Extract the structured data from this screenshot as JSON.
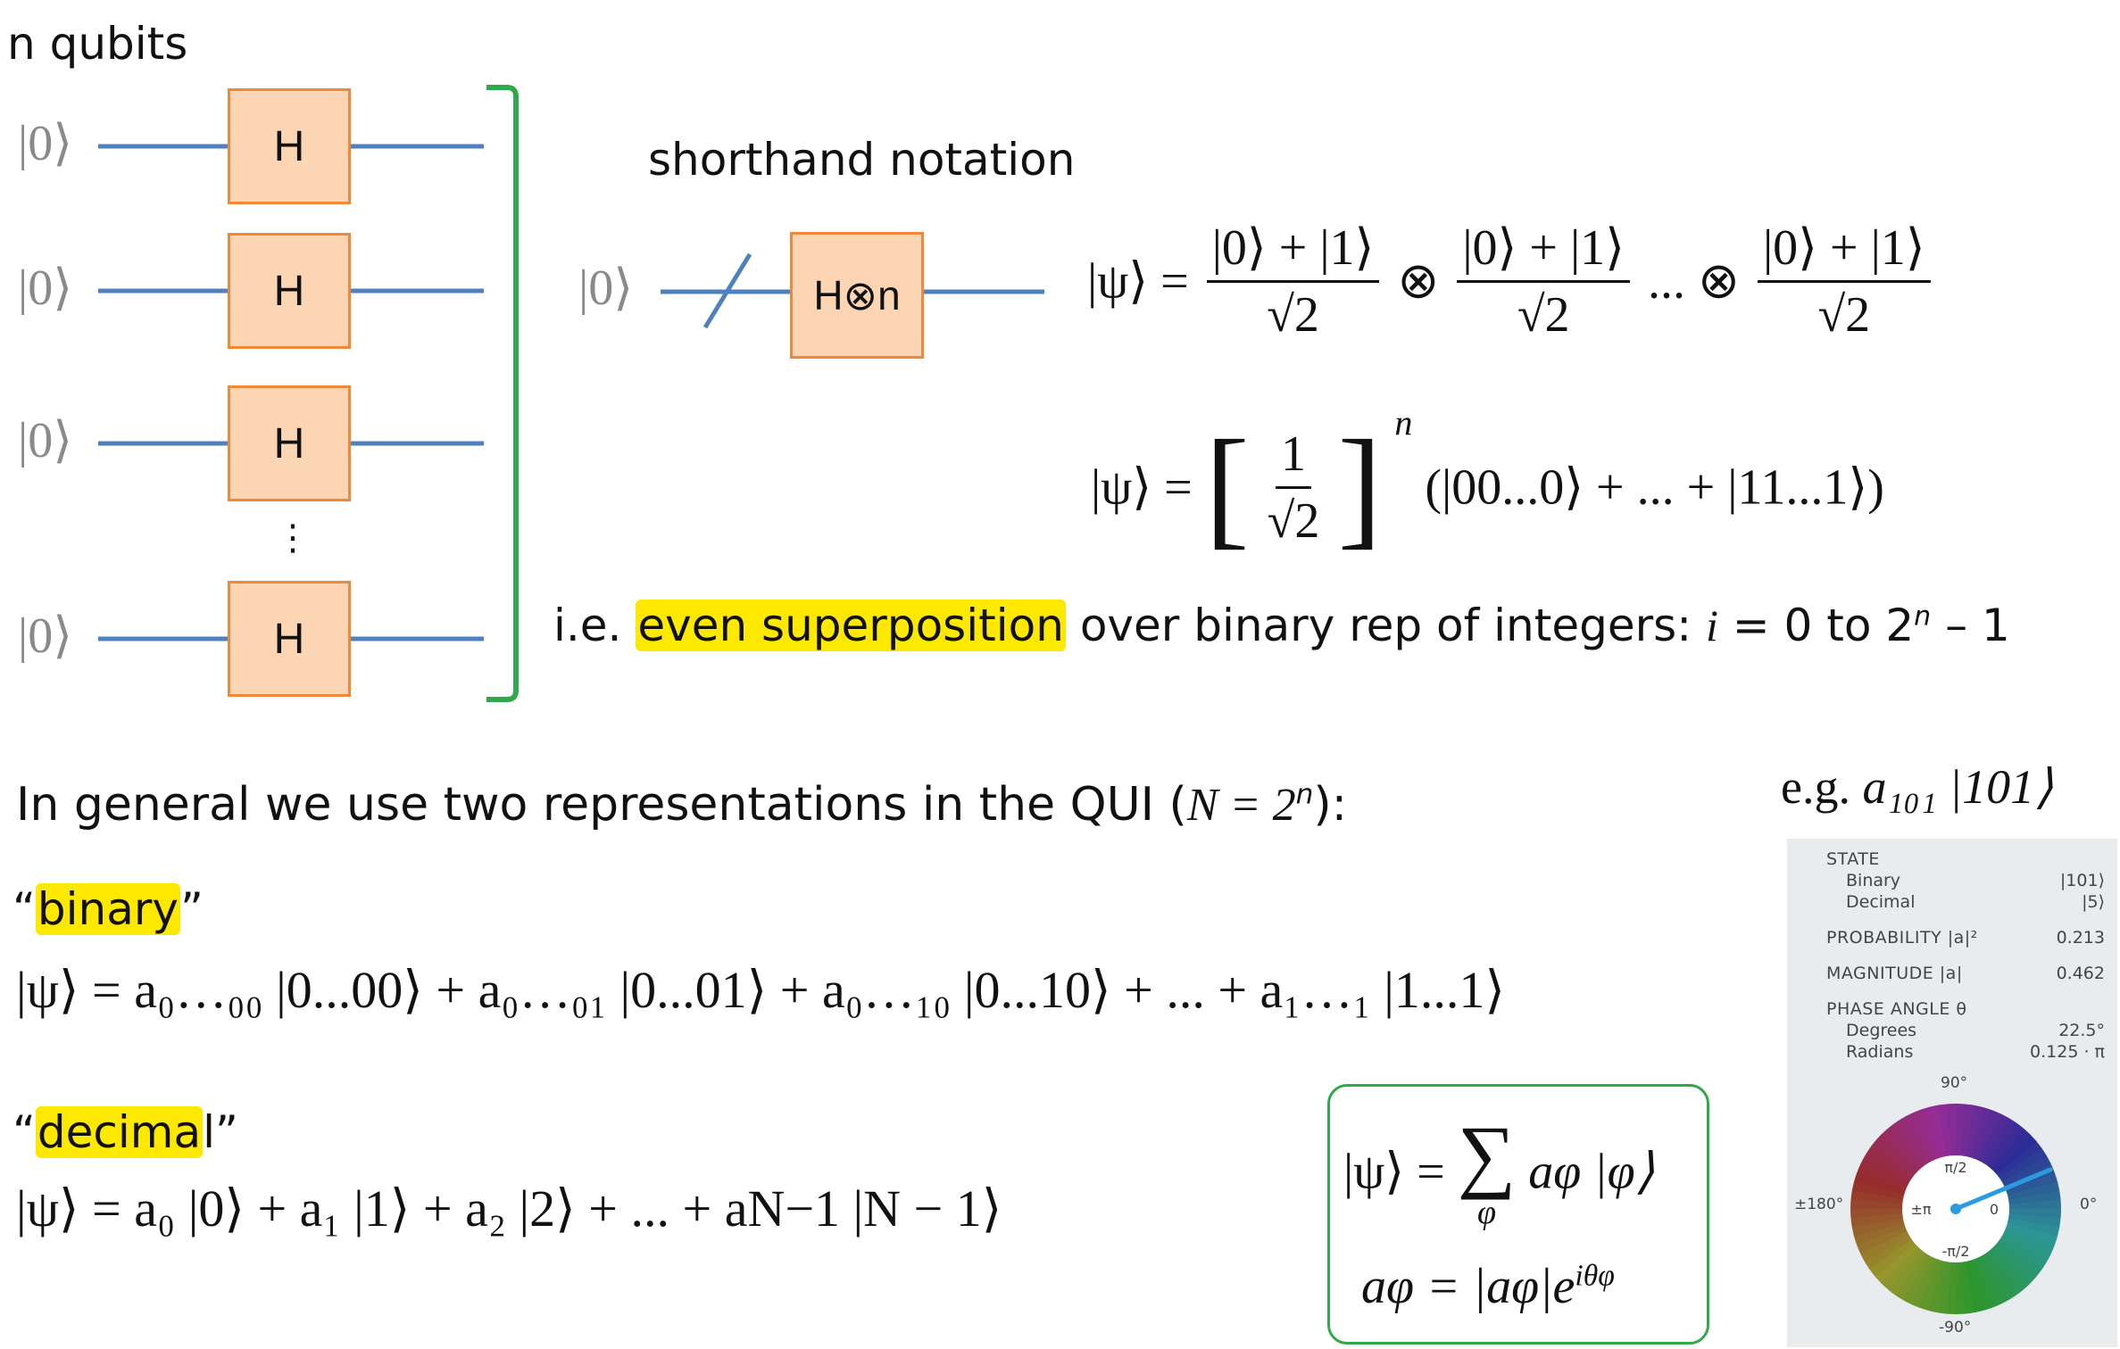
{
  "circuit": {
    "title": "n qubits",
    "ket_zero": "|0⟩",
    "gate_label": "H",
    "ellipsis": "⋮"
  },
  "shorthand": {
    "title": "shorthand notation",
    "ket_zero": "|0⟩",
    "gate_label": "H⊗n"
  },
  "equations": {
    "psi_lhs": "|ψ⟩ =",
    "frac_num": "|0⟩ + |1⟩",
    "frac_den": "√2",
    "otimes": "⊗",
    "dots_otimes": "... ⊗",
    "bracket_num": "1",
    "bracket_den": "√2",
    "bracket_exp": "n",
    "bracket_tail": "(|00...0⟩ + ... + |11...1⟩)"
  },
  "superposition_line": {
    "prefix": "i.e.",
    "highlight": "even superposition",
    "middle": "over binary rep of integers:",
    "var_i": "i",
    "range": "= 0 to 2",
    "exp": "n",
    "tail": "– 1"
  },
  "general": {
    "text": "In general we use two representations in the QUI (",
    "math": "N = 2",
    "exp": "n",
    "close": "):"
  },
  "binary": {
    "open_quote": "“",
    "highlight": "binary",
    "close_quote": "”",
    "equation": "|ψ⟩ = a₀…₀₀ |0...00⟩ + a₀…₀₁ |0...01⟩ + a₀…₁₀ |0...10⟩ + ... + a₁…₁ |1...1⟩"
  },
  "decimal": {
    "open_quote": "“",
    "highlight": "decima",
    "rest": "l",
    "close_quote": "”",
    "equation": "|ψ⟩ = a₀ |0⟩ + a₁ |1⟩ + a₂ |2⟩ + ... + aN−1 |N − 1⟩"
  },
  "boxed": {
    "line1_lhs": "|ψ⟩ =",
    "sum": "∑",
    "sum_index": "φ",
    "line1_rhs": "aφ |φ⟩",
    "line2": "aφ = |aφ|e",
    "line2_exp": "iθφ"
  },
  "example": {
    "label": "e.g.",
    "math": "a₁₀₁ |101⟩"
  },
  "state_panel": {
    "state_header": "STATE",
    "binary_label": "Binary",
    "binary_value": "|101⟩",
    "decimal_label": "Decimal",
    "decimal_value": "|5⟩",
    "probability_label": "PROBABILITY |a|²",
    "probability_value": "0.213",
    "magnitude_label": "MAGNITUDE |a|",
    "magnitude_value": "0.462",
    "phase_label": "PHASE ANGLE θ",
    "degrees_label": "Degrees",
    "degrees_value": "22.5°",
    "radians_label": "Radians",
    "radians_value": "0.125 · π",
    "wheel": {
      "top": "90°",
      "bottom": "-90°",
      "left": "±180°",
      "right": "0°",
      "inner_top": "π/2",
      "inner_bottom": "-π/2",
      "inner_left": "±π",
      "inner_right": "0",
      "phase_degrees": 22.5
    }
  },
  "colors": {
    "wire": "#4f81bd",
    "gate_fill": "#fcd5b4",
    "gate_border": "#f0883a",
    "bracket": "#2eaa4a",
    "highlight": "#fce800",
    "pointer": "#2b9be0"
  }
}
